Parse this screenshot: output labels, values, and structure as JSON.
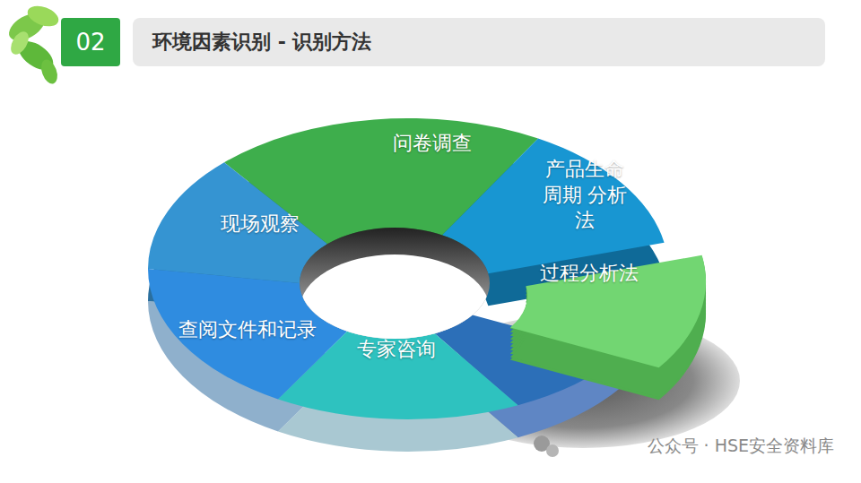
{
  "diagram": {
    "title": "环境因素识别 - 识别方法",
    "nodes": [
      {
        "text": [
          "问卷调查"
        ]
      },
      {
        "text": [
          "产品生命周期 分析法"
        ]
      },
      {
        "text": [
          "过程分析法"
        ]
      },
      {
        "text": [
          "专家咨询"
        ]
      },
      {
        "text": [
          "查阅文件和记录"
        ]
      },
      {
        "text": [
          "现场观察"
        ]
      }
    ],
    "labels": [
      "02",
      "公众号 · HSE安全资料库"
    ]
  }
}
